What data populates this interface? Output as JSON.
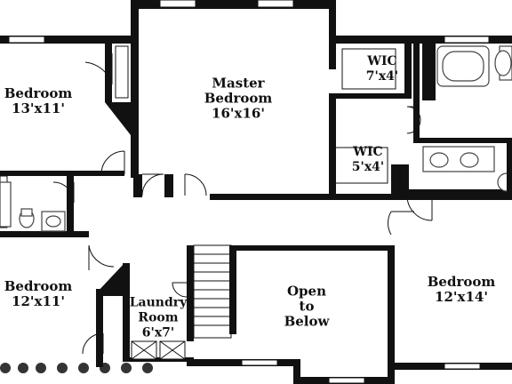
{
  "plan": {
    "rooms": [
      {
        "id": "bedroom-nw",
        "name": "Bedroom",
        "dims": "13'x11'"
      },
      {
        "id": "master-bedroom",
        "name": "Master\nBedroom",
        "dims": "16'x16'"
      },
      {
        "id": "wic-upper",
        "name": "WIC",
        "dims": "7'x4'"
      },
      {
        "id": "wic-lower",
        "name": "WIC",
        "dims": "5'x4'"
      },
      {
        "id": "bedroom-sw",
        "name": "Bedroom",
        "dims": "12'x11'"
      },
      {
        "id": "laundry-room",
        "name": "Laundry\nRoom",
        "dims": "6'x7'"
      },
      {
        "id": "open-to-below",
        "name": "Open\nto\nBelow",
        "dims": ""
      },
      {
        "id": "bedroom-e",
        "name": "Bedroom",
        "dims": "12'x14'"
      }
    ],
    "colors": {
      "wall": "#111111",
      "fixture": "#444444",
      "background": "#ffffff"
    }
  }
}
